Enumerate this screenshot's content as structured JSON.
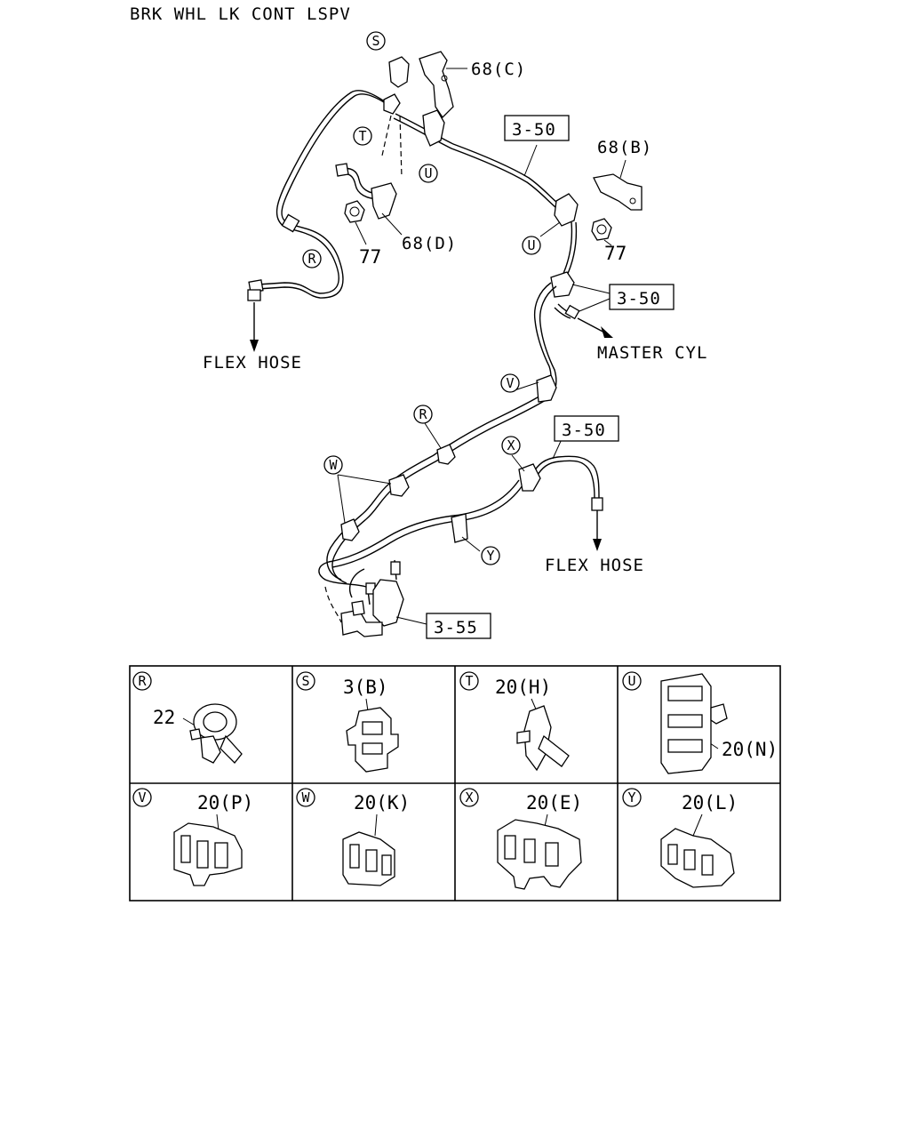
{
  "title": "BRK WHL LK CONT LSPV",
  "callouts": {
    "bracket_c": "68(C)",
    "bracket_b": "68(B)",
    "bracket_d": "68(D)",
    "nut_left": "77",
    "nut_right": "77",
    "ref_top": "3-50",
    "ref_mid": "3-50",
    "ref_lower": "3-50",
    "ref_bottom": "3-55"
  },
  "destinations": {
    "flex_hose_left": "FLEX HOSE",
    "master_cyl": "MASTER CYL",
    "flex_hose_right": "FLEX HOSE"
  },
  "markers": {
    "s": "S",
    "t": "T",
    "u1": "U",
    "u2": "U",
    "r1": "R",
    "r2": "R",
    "v": "V",
    "w": "W",
    "x": "X",
    "y": "Y"
  },
  "legend": [
    {
      "letter": "R",
      "part": "22"
    },
    {
      "letter": "S",
      "part": "3(B)"
    },
    {
      "letter": "T",
      "part": "20(H)"
    },
    {
      "letter": "U",
      "part": "20(N)"
    },
    {
      "letter": "V",
      "part": "20(P)"
    },
    {
      "letter": "W",
      "part": "20(K)"
    },
    {
      "letter": "X",
      "part": "20(E)"
    },
    {
      "letter": "Y",
      "part": "20(L)"
    }
  ]
}
